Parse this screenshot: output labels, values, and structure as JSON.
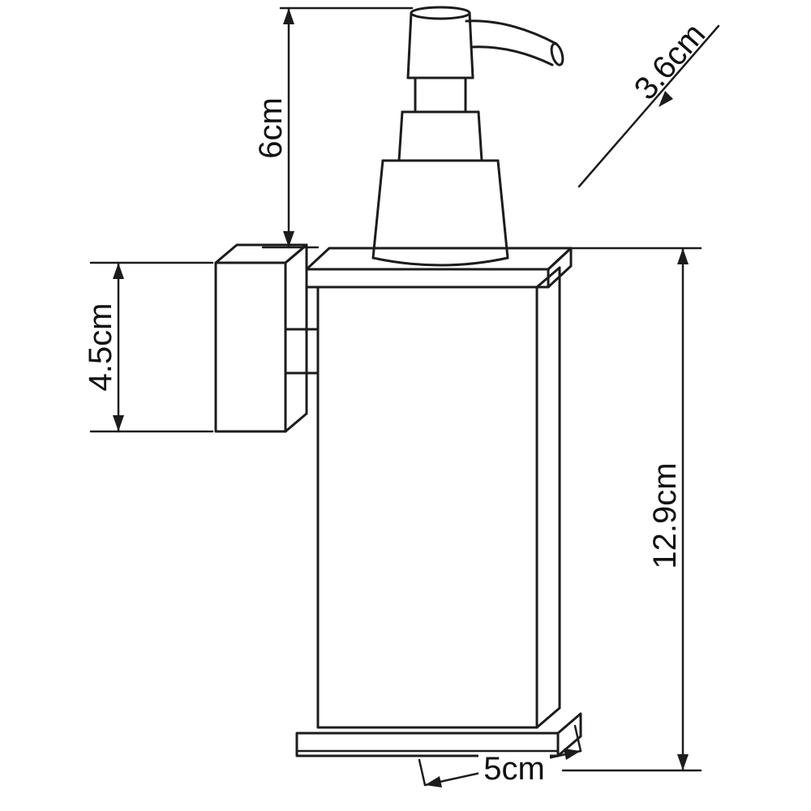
{
  "diagram": {
    "subject": "Wall-mounted soap dispenser technical line drawing",
    "background_color": "#ffffff",
    "line_color": "#1c1c1c",
    "dimension_labels": {
      "pump_height": "6cm",
      "spout_length": "3.6cm",
      "bracket_height": "4.5cm",
      "body_height": "12.9cm",
      "base_width": "5cm"
    }
  }
}
